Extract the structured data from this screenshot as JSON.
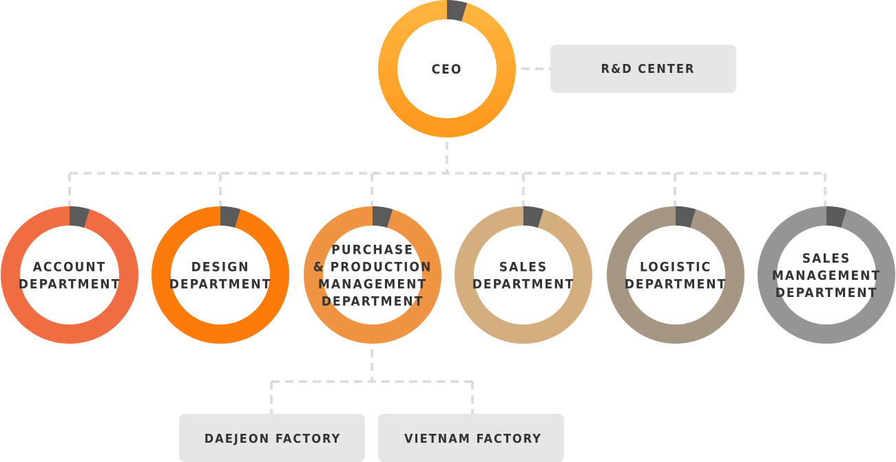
{
  "colors": {
    "ceo_top": "#ffb43f",
    "ceo_bottom": "#ff9a1e",
    "marker": "#5a5a5a",
    "box_fill": "#e6e6e6",
    "connector": "#dddddd",
    "text": "#333333"
  },
  "ceo": {
    "label": "CEO"
  },
  "rd_center": {
    "label": "R&D CENTER"
  },
  "departments": [
    {
      "id": "account",
      "lines": [
        "ACCOUNT",
        "DEPARTMENT"
      ],
      "color": "#f06d43"
    },
    {
      "id": "design",
      "lines": [
        "DESIGN",
        "DEPARTMENT"
      ],
      "color": "#fb7b0b"
    },
    {
      "id": "purchase",
      "lines": [
        "PURCHASE",
        "& PRODUCTION",
        "MANAGEMENT",
        "DEPARTMENT"
      ],
      "color": "#ee9443"
    },
    {
      "id": "sales",
      "lines": [
        "SALES",
        "DEPARTMENT"
      ],
      "color": "#d3ae7f"
    },
    {
      "id": "logistic",
      "lines": [
        "LOGISTIC",
        "DEPARTMENT"
      ],
      "color": "#a69784"
    },
    {
      "id": "sales-management",
      "lines": [
        "SALES",
        "MANAGEMENT",
        "DEPARTMENT"
      ],
      "color": "#959595"
    }
  ],
  "factories": [
    {
      "id": "daejeon",
      "label": "DAEJEON FACTORY"
    },
    {
      "id": "vietnam",
      "label": "VIETNAM FACTORY"
    }
  ]
}
